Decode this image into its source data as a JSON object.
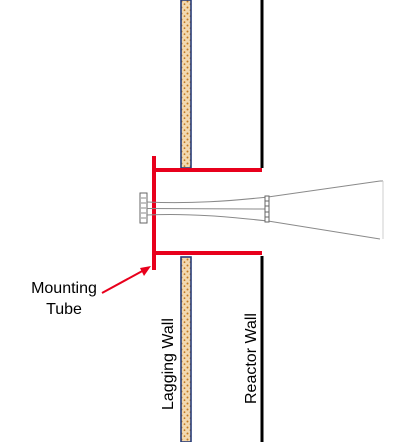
{
  "labels": {
    "mounting_tube": [
      "Mounting",
      "Tube"
    ],
    "lagging_wall": "Lagging Wall",
    "reactor_wall": "Reactor Wall"
  },
  "colors": {
    "tube": "#e8001c",
    "wall": "#000000",
    "lagging_border": "#283c78",
    "lagging_fill": "#f3d9b0",
    "lagging_dots": "#c47b22",
    "probe": "#8a8a8a"
  }
}
